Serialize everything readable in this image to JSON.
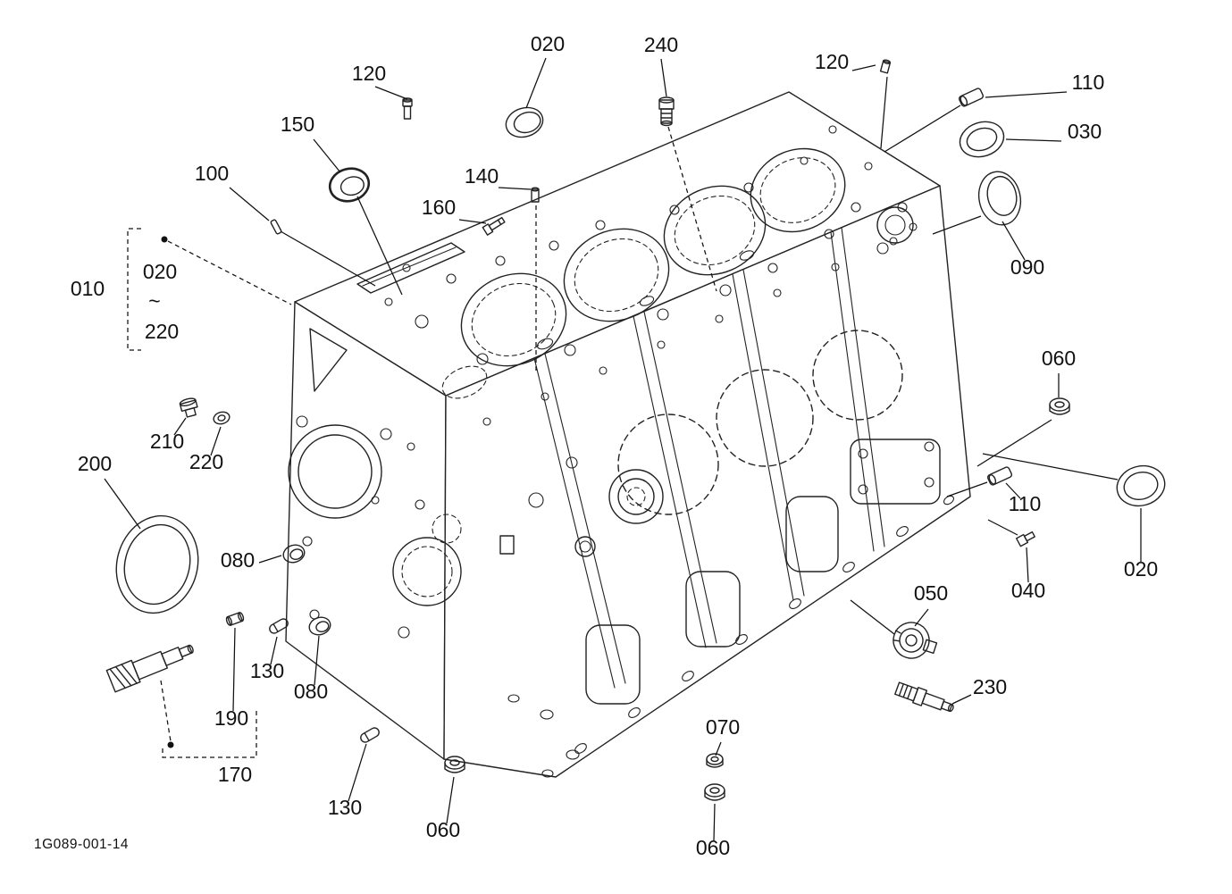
{
  "diagram": {
    "drawing_number": "1G089-001-14",
    "callouts": [
      {
        "ref": "120"
      },
      {
        "ref": "020"
      },
      {
        "ref": "240"
      },
      {
        "ref": "120"
      },
      {
        "ref": "110"
      },
      {
        "ref": "030"
      },
      {
        "ref": "150"
      },
      {
        "ref": "100"
      },
      {
        "ref": "140"
      },
      {
        "ref": "160"
      },
      {
        "ref": "090"
      },
      {
        "ref": "010"
      },
      {
        "ref": "020"
      },
      {
        "ref": "~"
      },
      {
        "ref": "220"
      },
      {
        "ref": "060"
      },
      {
        "ref": "210"
      },
      {
        "ref": "220"
      },
      {
        "ref": "200"
      },
      {
        "ref": "080"
      },
      {
        "ref": "110"
      },
      {
        "ref": "020"
      },
      {
        "ref": "040"
      },
      {
        "ref": "050"
      },
      {
        "ref": "130"
      },
      {
        "ref": "080"
      },
      {
        "ref": "190"
      },
      {
        "ref": "230"
      },
      {
        "ref": "170"
      },
      {
        "ref": "070"
      },
      {
        "ref": "130"
      },
      {
        "ref": "060"
      },
      {
        "ref": "060"
      }
    ]
  }
}
